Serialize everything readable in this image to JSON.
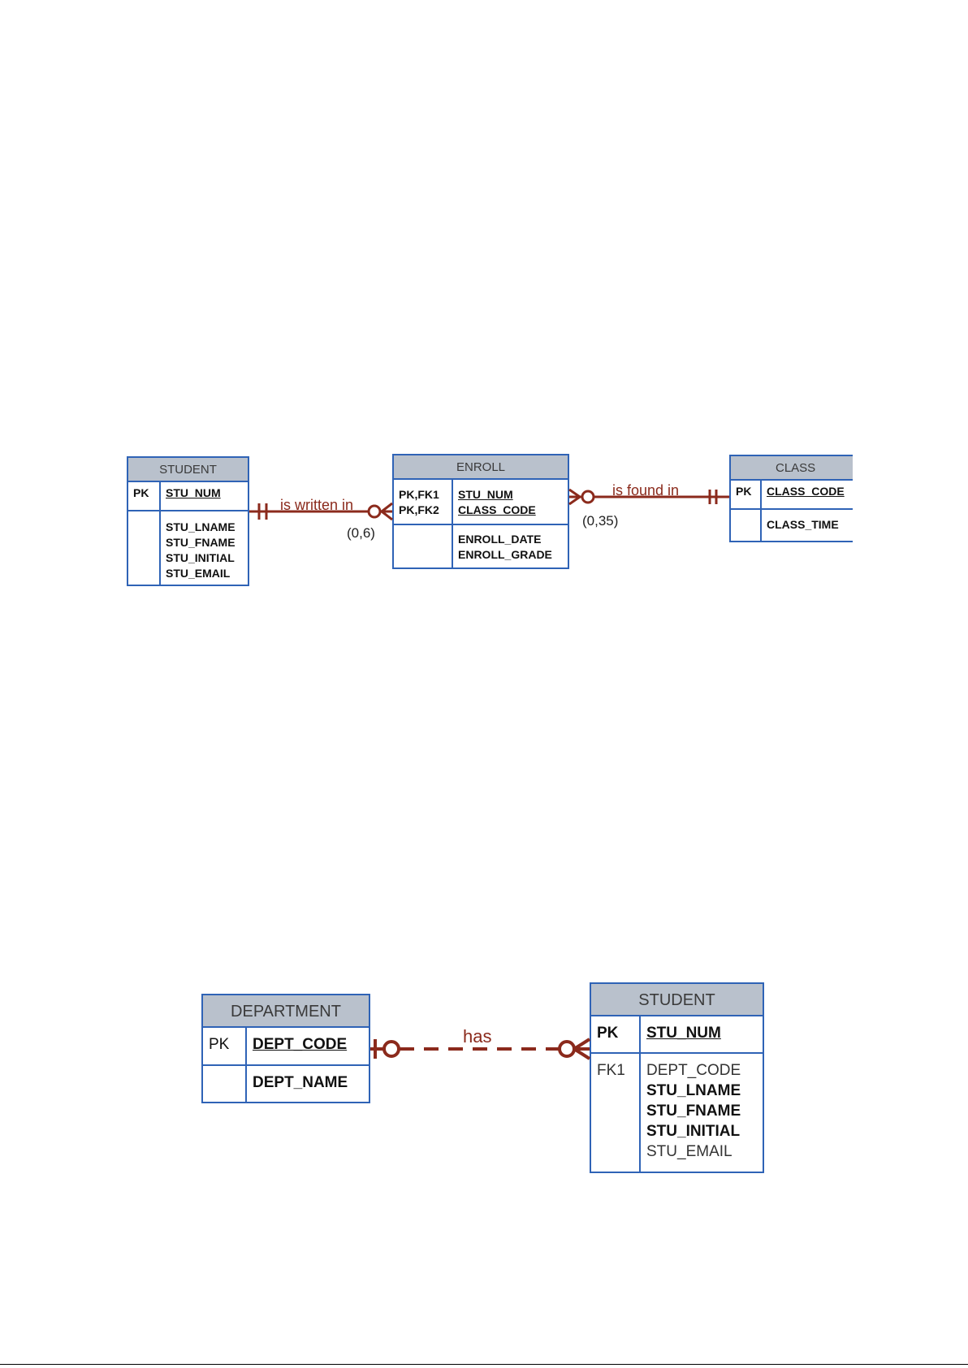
{
  "diagram1": {
    "student": {
      "title": "STUDENT",
      "pk_label": "PK",
      "pk_attr": "STU_NUM",
      "attrs": [
        "STU_LNAME",
        "STU_FNAME",
        "STU_INITIAL",
        "STU_EMAIL"
      ]
    },
    "enroll": {
      "title": "ENROLL",
      "keys": [
        "PK,FK1",
        "PK,FK2"
      ],
      "pk_attrs": [
        "STU_NUM",
        "CLASS_CODE"
      ],
      "attrs": [
        "ENROLL_DATE",
        "ENROLL_GRADE"
      ]
    },
    "class": {
      "title": "CLASS",
      "pk_label": "PK",
      "pk_attr": "CLASS_CODE",
      "attrs": [
        "CLASS_TIME"
      ]
    },
    "rel1": {
      "label": "is written in",
      "cardinality": "(0,6)"
    },
    "rel2": {
      "label": "is found in",
      "cardinality": "(0,35)"
    }
  },
  "diagram2": {
    "department": {
      "title": "DEPARTMENT",
      "pk_label": "PK",
      "pk_attr": "DEPT_CODE",
      "attrs": [
        "DEPT_NAME"
      ]
    },
    "student": {
      "title": "STUDENT",
      "pk_label": "PK",
      "pk_attr": "STU_NUM",
      "fk_label": "FK1",
      "attrs": [
        "DEPT_CODE",
        "STU_LNAME",
        "STU_FNAME",
        "STU_INITIAL",
        "STU_EMAIL"
      ]
    },
    "rel": {
      "label": "has"
    }
  },
  "colors": {
    "entity_border": "#2f63b6",
    "entity_header": "#b9c1cc",
    "relationship": "#8b2a1c"
  }
}
